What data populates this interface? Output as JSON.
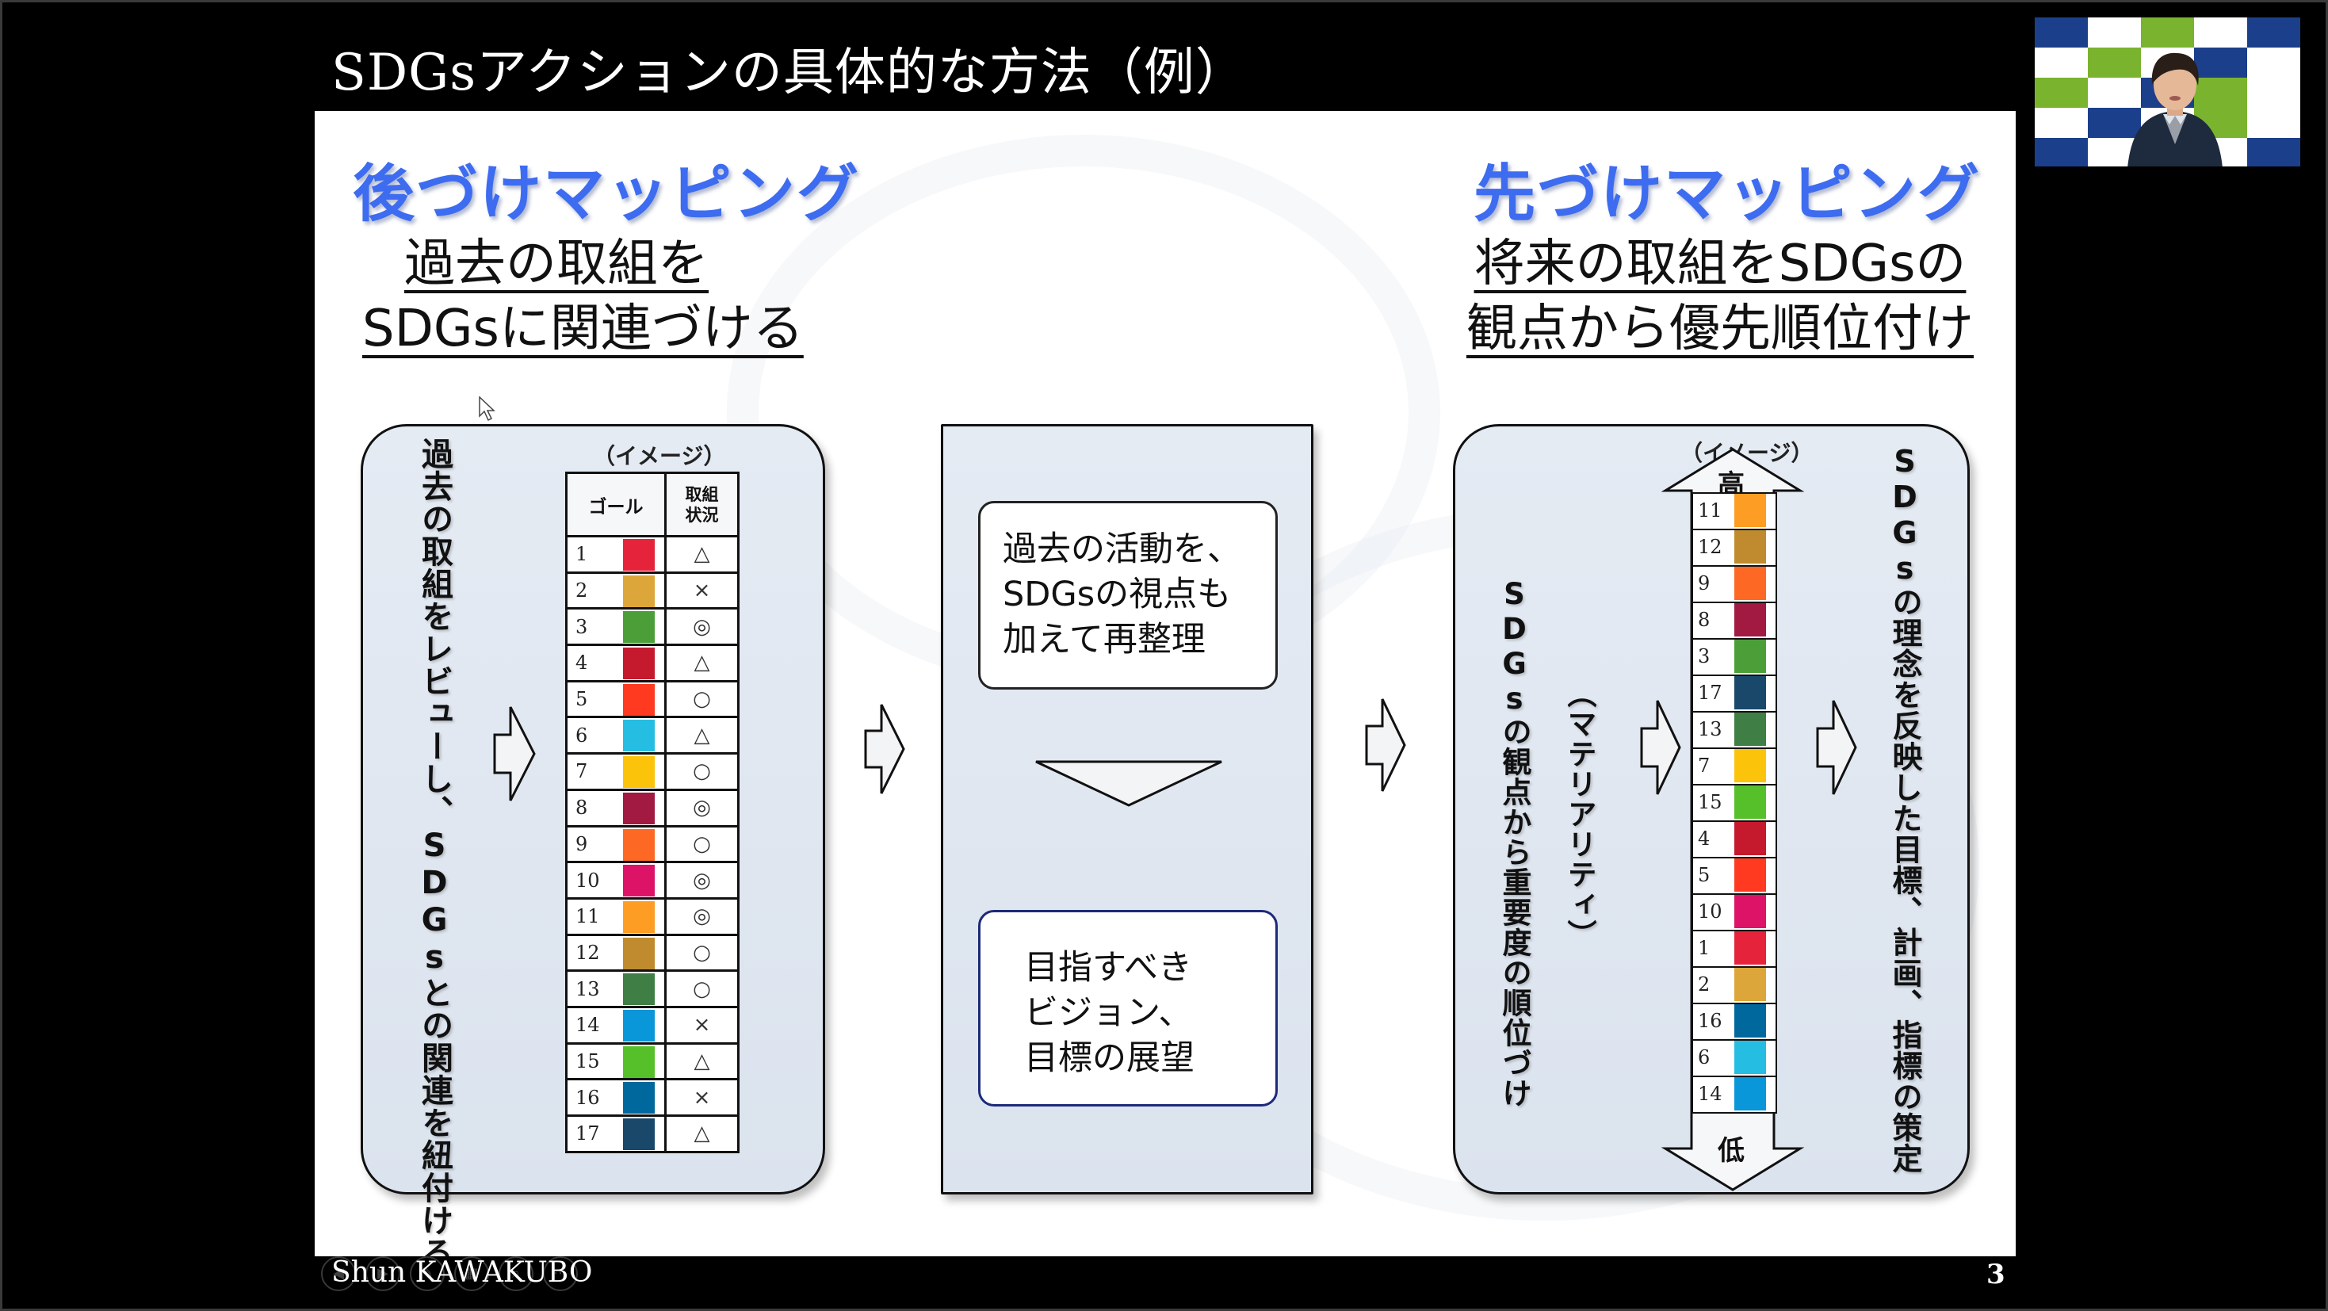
{
  "slide": {
    "title": "SDGsアクションの具体的な方法（例）",
    "left_heading": "後づけマッピング",
    "left_subheading": [
      "過去の取組を",
      "SDGsに関連づける"
    ],
    "right_heading": "先づけマッピング",
    "right_subheading": [
      "将来の取組をSDGsの",
      "観点から優先順位付け"
    ],
    "left_panel": {
      "vertical_text": "過去の取組をレビューし、SDGsとの関連を紐付ける",
      "caption": "（イメージ）",
      "table_headers": [
        "ゴール",
        "取組\n状況"
      ],
      "rows": [
        {
          "goal": "1",
          "status": "△"
        },
        {
          "goal": "2",
          "status": "×"
        },
        {
          "goal": "3",
          "status": "◎"
        },
        {
          "goal": "4",
          "status": "△"
        },
        {
          "goal": "5",
          "status": "○"
        },
        {
          "goal": "6",
          "status": "△"
        },
        {
          "goal": "7",
          "status": "○"
        },
        {
          "goal": "8",
          "status": "◎"
        },
        {
          "goal": "9",
          "status": "○"
        },
        {
          "goal": "10",
          "status": "◎"
        },
        {
          "goal": "11",
          "status": "◎"
        },
        {
          "goal": "12",
          "status": "○"
        },
        {
          "goal": "13",
          "status": "○"
        },
        {
          "goal": "14",
          "status": "×"
        },
        {
          "goal": "15",
          "status": "△"
        },
        {
          "goal": "16",
          "status": "×"
        },
        {
          "goal": "17",
          "status": "△"
        }
      ]
    },
    "middle_panel": {
      "top_box": [
        "過去の活動を、",
        "SDGsの視点も",
        "加えて再整理"
      ],
      "bottom_box": [
        "目指すべき",
        "ビジョン、",
        "目標の展望"
      ]
    },
    "right_panel": {
      "vertical_text_main": "SDGsの観点から重要度の順位づけ",
      "vertical_text_paren": "（マテリアリティ）",
      "caption": "（イメージ）",
      "high_label": "高",
      "low_label": "低",
      "ranking": [
        "11",
        "12",
        "9",
        "8",
        "3",
        "17",
        "13",
        "7",
        "15",
        "4",
        "5",
        "10",
        "1",
        "2",
        "16",
        "6",
        "14"
      ],
      "outcome_vertical_text": "SDGsの理念を反映した目標、計画、指標の策定"
    },
    "footer": {
      "presenter": "Shun KAWAKUBO",
      "page_number": "3"
    }
  },
  "sdg_colors": {
    "1": "#e5243b",
    "2": "#dda63a",
    "3": "#4c9f38",
    "4": "#c5192d",
    "5": "#ff3a21",
    "6": "#26bde2",
    "7": "#fcc30b",
    "8": "#a21942",
    "9": "#fd6925",
    "10": "#dd1367",
    "11": "#fd9d24",
    "12": "#bf8b2e",
    "13": "#3f7e44",
    "14": "#0a97d9",
    "15": "#56c02b",
    "16": "#00689d",
    "17": "#19486a"
  },
  "slideshow_controls": [
    {
      "name": "previous-slide",
      "icon": "◀"
    },
    {
      "name": "next-slide",
      "icon": "▶"
    },
    {
      "name": "pen-tool",
      "icon": "✎"
    },
    {
      "name": "see-all-slides",
      "icon": "▦"
    },
    {
      "name": "zoom",
      "icon": "⌕"
    },
    {
      "name": "more-options",
      "icon": "⋯"
    }
  ],
  "webcam": {
    "backdrop_colors": [
      "#1b3f8b",
      "#ffffff",
      "#7ab32e"
    ]
  }
}
